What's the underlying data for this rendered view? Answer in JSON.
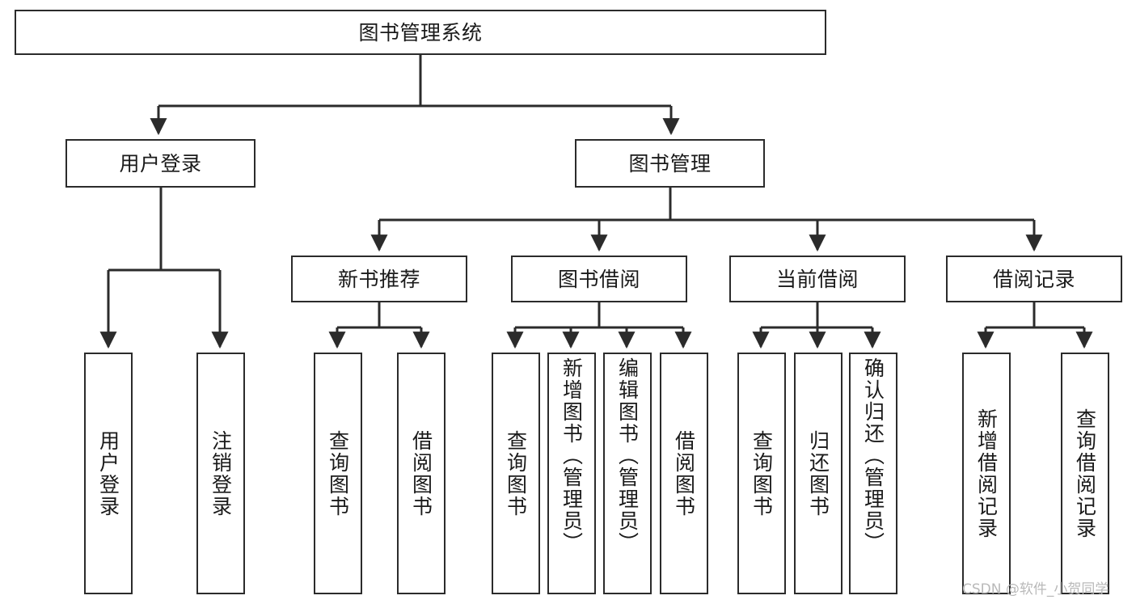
{
  "diagram": {
    "title": "图书管理系统",
    "type": "tree",
    "watermark": "CSDN @软件_小贺同学",
    "colors": {
      "stroke": "#2b2b2b",
      "fill": "#ffffff",
      "text": "#1a1a1a",
      "watermark": "#b9b9b9"
    },
    "nodes": {
      "root": {
        "label": "图书管理系统"
      },
      "level2": [
        {
          "label": "用户登录"
        },
        {
          "label": "图书管理"
        }
      ],
      "level3": [
        {
          "label": "新书推荐"
        },
        {
          "label": "图书借阅"
        },
        {
          "label": "当前借阅"
        },
        {
          "label": "借阅记录"
        }
      ],
      "leaves": [
        {
          "label": "用户登录"
        },
        {
          "label": "注销登录"
        },
        {
          "label": "查询图书"
        },
        {
          "label": "借阅图书"
        },
        {
          "label": "查询图书"
        },
        {
          "label": "新增图书（管理员）"
        },
        {
          "label": "编辑图书（管理员）"
        },
        {
          "label": "借阅图书"
        },
        {
          "label": "查询图书"
        },
        {
          "label": "归还图书"
        },
        {
          "label": "确认归还（管理员）"
        },
        {
          "label": "新增借阅记录"
        },
        {
          "label": "查询借阅记录"
        }
      ]
    }
  }
}
